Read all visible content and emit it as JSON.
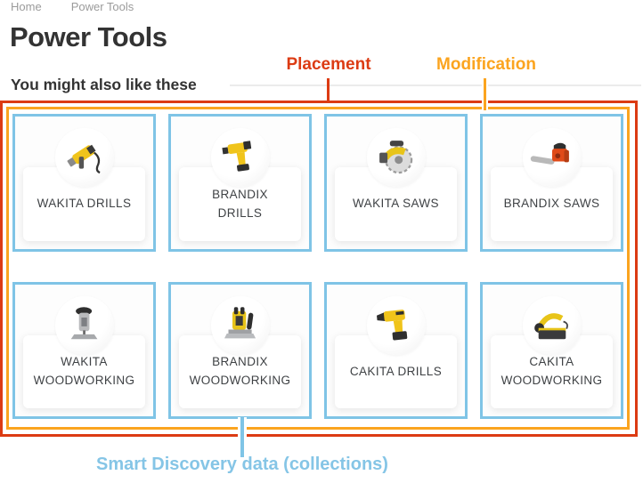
{
  "breadcrumb": {
    "home": "Home",
    "current": "Power Tools"
  },
  "page": {
    "title": "Power Tools"
  },
  "section": {
    "heading": "You might also like these"
  },
  "annotations": {
    "placement": {
      "label": "Placement"
    },
    "modification": {
      "label": "Modification"
    },
    "smart_discovery": {
      "label": "Smart Discovery data (collections)"
    }
  },
  "colors": {
    "red": "#dc3b13",
    "orange": "#fba41f",
    "blue": "#7fc4e6",
    "blue_text": "#85c5e6"
  },
  "cards": [
    {
      "label": "WAKITA DRILLS",
      "image": "hammer-drill-icon"
    },
    {
      "label": "BRANDIX DRILLS",
      "image": "cordless-drill-icon"
    },
    {
      "label": "WAKITA SAWS",
      "image": "circular-saw-icon"
    },
    {
      "label": "BRANDIX SAWS",
      "image": "chainsaw-icon"
    },
    {
      "label": "WAKITA WOODWORKING",
      "image": "jigsaw-icon"
    },
    {
      "label": "BRANDIX WOODWORKING",
      "image": "router-icon"
    },
    {
      "label": "CAKITA DRILLS",
      "image": "battery-drill-icon"
    },
    {
      "label": "CAKITA WOODWORKING",
      "image": "planer-icon"
    }
  ]
}
